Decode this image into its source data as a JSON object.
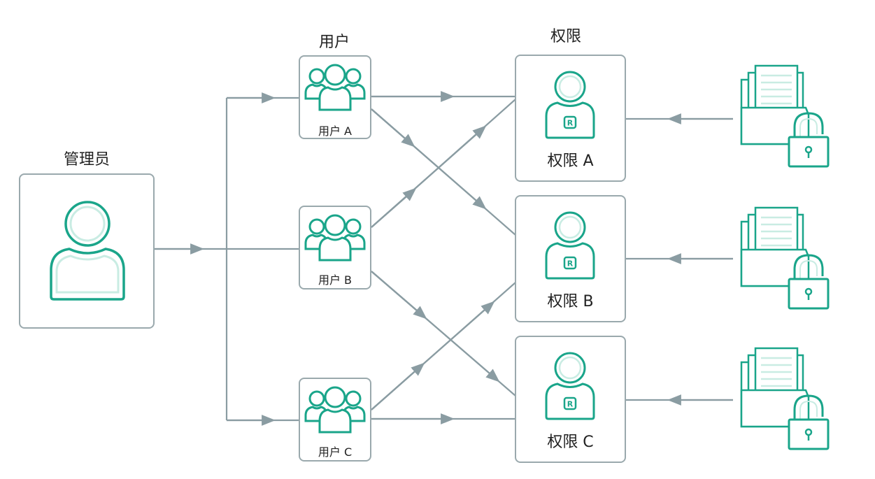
{
  "headings": {
    "admin": "管理员",
    "users": "用户",
    "permissions": "权限"
  },
  "users": [
    {
      "label": "用户 A"
    },
    {
      "label": "用户 B"
    },
    {
      "label": "用户 C"
    }
  ],
  "permissions": [
    {
      "label": "权限 A"
    },
    {
      "label": "权限 B"
    },
    {
      "label": "权限 C"
    }
  ],
  "icons": {
    "admin": "person-icon",
    "user": "user-group-icon",
    "permission": "role-person-icon",
    "resource": "locked-documents-icon",
    "badge_text": "R"
  },
  "colors": {
    "accent": "#1aa58a",
    "accent_light": "#c9ece3",
    "border": "#9aa9ad",
    "arrow": "#8a9ca2"
  }
}
